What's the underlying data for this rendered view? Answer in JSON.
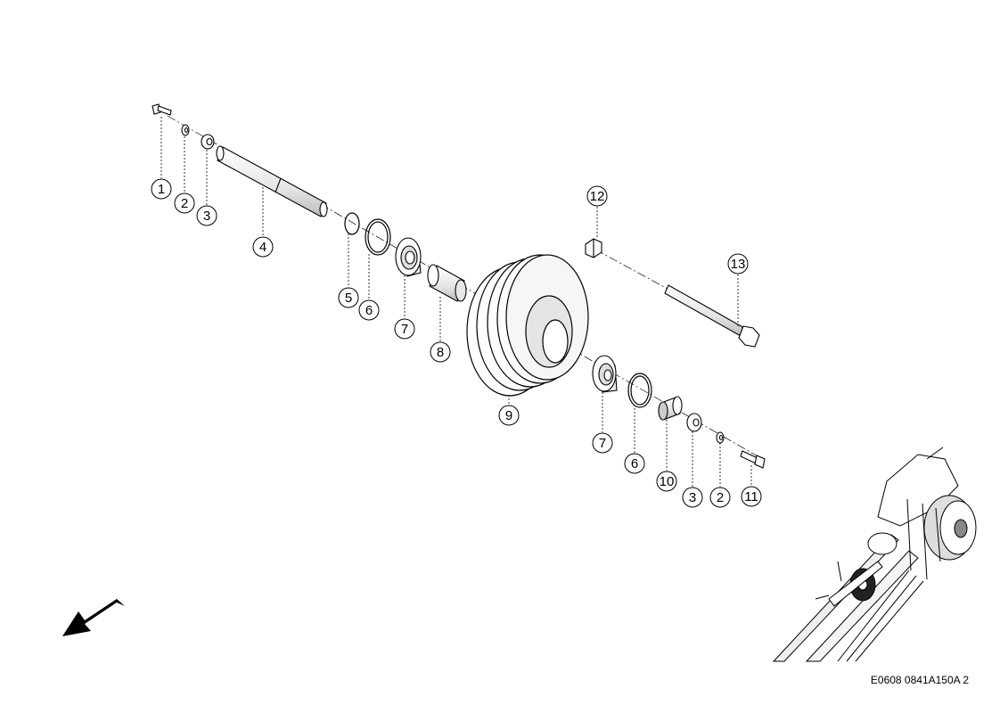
{
  "diagram": {
    "reference_code": "E0608 0841A150A 2",
    "callouts": [
      "1",
      "2",
      "3",
      "4",
      "5",
      "6",
      "7",
      "8",
      "9",
      "7",
      "6",
      "10",
      "3",
      "2",
      "11",
      "12",
      "13"
    ],
    "direction_arrow_icon": "arrow-down-left-icon",
    "colors": {
      "line": "#000000",
      "background": "#ffffff",
      "shade": "#d9d9d9"
    }
  }
}
